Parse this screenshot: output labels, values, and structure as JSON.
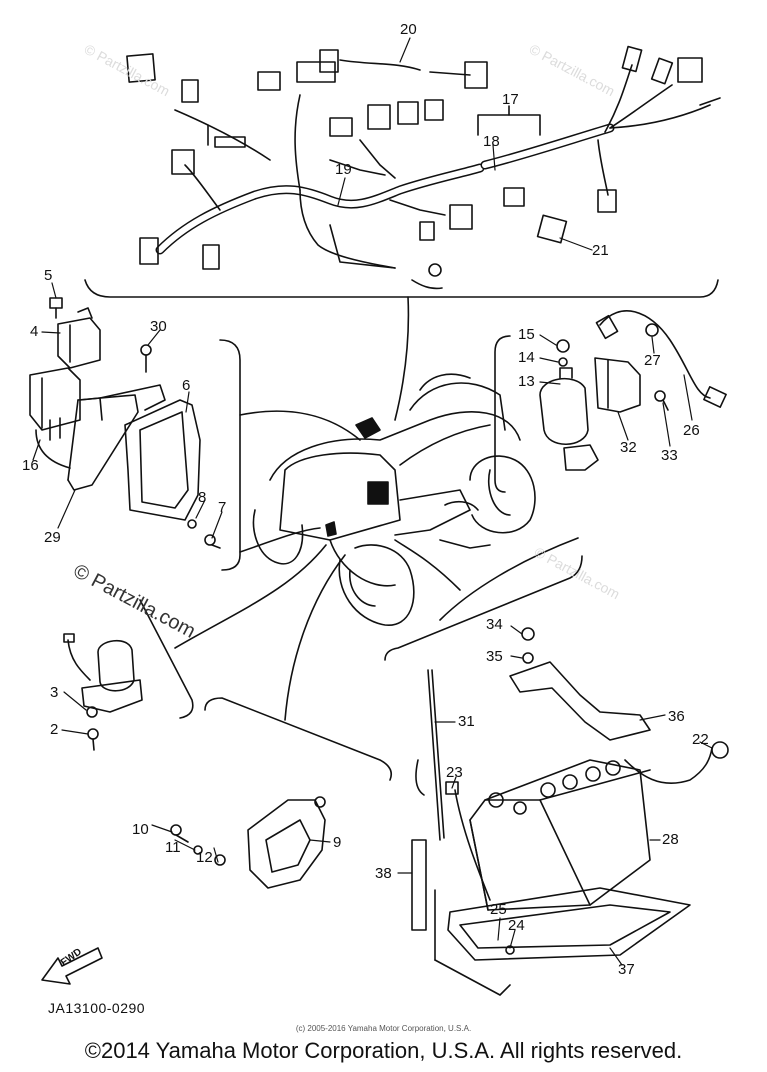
{
  "callouts": [
    "2",
    "3",
    "4",
    "5",
    "6",
    "7",
    "8",
    "9",
    "10",
    "11",
    "12",
    "13",
    "14",
    "15",
    "16",
    "17",
    "18",
    "19",
    "20",
    "21",
    "22",
    "23",
    "24",
    "25",
    "26",
    "27",
    "28",
    "29",
    "30",
    "31",
    "32",
    "33",
    "34",
    "35",
    "36",
    "37",
    "38"
  ],
  "watermark": {
    "main": "© Partzilla.com",
    "tile": "© Partzilla.com"
  },
  "fwd_label": "FWD",
  "part_code": "JA13100-0290",
  "small_copyright": "(c) 2005-2016 Yamaha Motor Corporation, U.S.A.",
  "footer": "©2014 Yamaha Motor Corporation, U.S.A. All rights reserved."
}
